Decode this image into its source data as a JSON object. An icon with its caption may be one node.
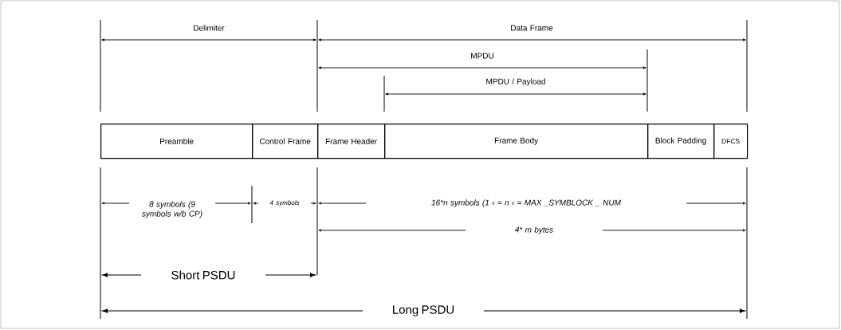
{
  "diagram": {
    "nodes": [
      {
        "text": [
          "Preamble"
        ]
      },
      {
        "text": [
          "Control Frame"
        ]
      },
      {
        "text": [
          "Frame Header"
        ]
      },
      {
        "text": [
          "Frame Body"
        ]
      },
      {
        "text": [
          "Block Padding"
        ]
      },
      {
        "text": [
          "DFCS"
        ]
      }
    ],
    "labels": [
      "Delimiter",
      "Data Frame",
      "MPDU",
      "MPDU / Payload",
      "8 symbols (9 symbols w/b CP)",
      "4 symbols",
      "16*n symbols (1 ‹ = n ‹ = MAX _SYMBLOCK _ NUM",
      "4* m bytes",
      "Short PSDU",
      "Long PSDU"
    ]
  }
}
